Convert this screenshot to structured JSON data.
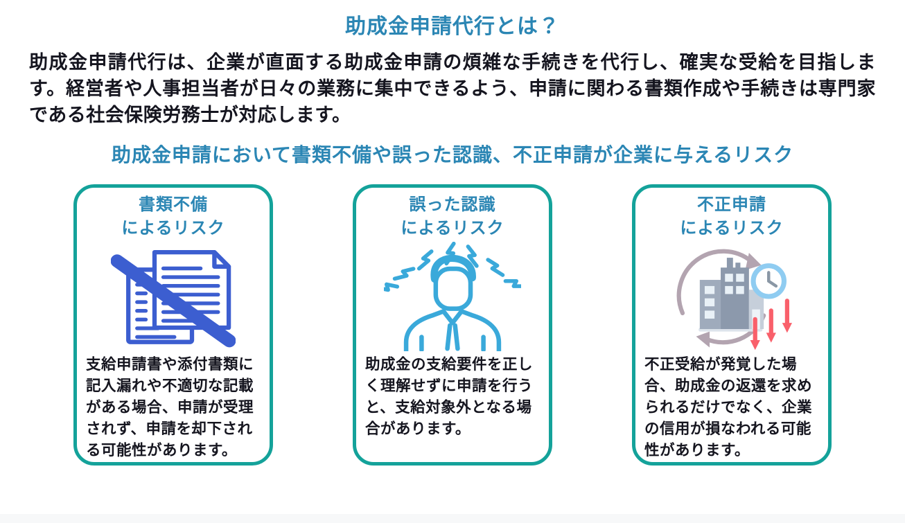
{
  "page": {
    "title": "助成金申請代行とは？",
    "intro": "助成金申請代行は、企業が直面する助成金申請の煩雑な手続きを代行し、確実な受給を目指します。経営者や人事担当者が日々の業務に集中できるよう、申請に関わる書類作成や手続きは専門家である社会保険労務士が対応します。",
    "risks_heading": "助成金申請において書類不備や誤った認識、不正申請が企業に与えるリスク"
  },
  "cards": [
    {
      "title_line1": "書類不備",
      "title_line2": "によるリスク",
      "icon": "crossed-documents-icon",
      "body": "支給申請書や添付書類に記入漏れや不適切な記載がある場合、申請が受理されず、申請を却下される可能性があります。"
    },
    {
      "title_line1": "誤った認識",
      "title_line2": "によるリスク",
      "icon": "stressed-person-icon",
      "body": "助成金の支給要件を正しく理解せずに申請を行うと、支給対象外となる場合があります。"
    },
    {
      "title_line1": "不正申請",
      "title_line2": "によるリスク",
      "icon": "company-credit-decline-icon",
      "body": "不正受給が発覚した場合、助成金の返還を求められるだけでなく、企業の信用が損なわれる可能性があります。"
    }
  ],
  "colors": {
    "heading_blue": "#2b86b4",
    "card_border_teal": "#14a29a",
    "body_text": "#15151f",
    "document_icon_blue": "#3c5ed0",
    "stress_icon_blue": "#3aa9da",
    "building_gray": "#8c99ac",
    "decline_arrow_red": "#f9606b",
    "cycle_arrow_mauve": "#b3a4b0",
    "clock_ring_blue": "#8fccf1",
    "footer_band_gray": "#f7f8f9"
  }
}
